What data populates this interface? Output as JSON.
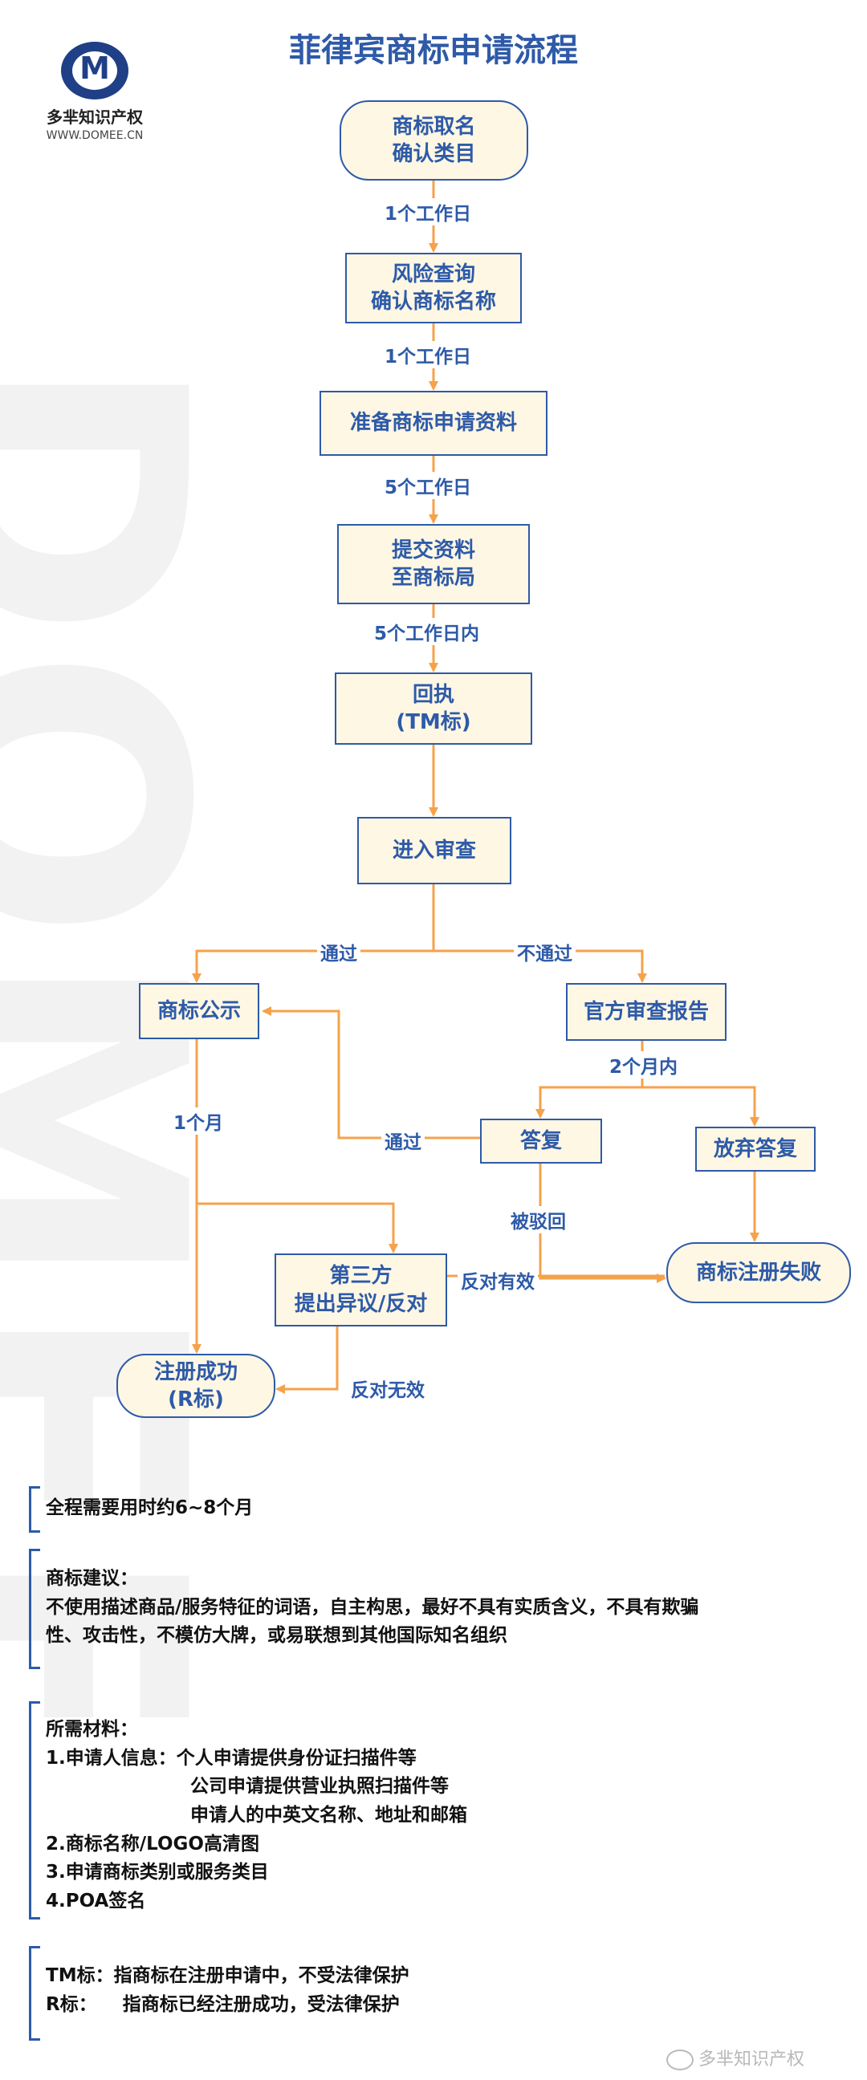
{
  "title": "菲律宾商标申请流程",
  "logo": {
    "mark": "M",
    "name": "多芈知识产权",
    "url": "WWW.DOMEE.CN"
  },
  "watermark": "DOMEE",
  "colors": {
    "primary": "#2e5aa8",
    "arrow": "#f5a24b",
    "node_fill": "#fdf7e4"
  },
  "nodes": {
    "naming": "商标取名\n确认类目",
    "risk_search": "风险查询\n确认商标名称",
    "prepare": "准备商标申请资料",
    "submit": "提交资料\n至商标局",
    "receipt": "回执\n(TM标)",
    "examination": "进入审查",
    "publication": "商标公示",
    "official_report": "官方审查报告",
    "reply": "答复",
    "give_up": "放弃答复",
    "opposition": "第三方\n提出异议/反对",
    "failure": "商标注册失败",
    "success": "注册成功\n(R标)"
  },
  "edge_labels": {
    "d1": "1个工作日",
    "d2": "1个工作日",
    "d3": "5个工作日",
    "d4": "5个工作日内",
    "pass": "通过",
    "fail": "不通过",
    "two_months": "2个月内",
    "one_month": "1个月",
    "reply_pass": "通过",
    "rejected": "被驳回",
    "opp_valid": "反对有效",
    "opp_invalid": "反对无效"
  },
  "info": {
    "duration": "全程需要用时约6~8个月",
    "advice_title": "商标建议：",
    "advice_line1": "不使用描述商品/服务特征的词语，自主构思，最好不具有实质含义，不具有欺骗",
    "advice_line2": "性、攻击性，不模仿大牌，或易联想到其他国际知名组织",
    "materials_title": "所需材料：",
    "m1_label": "1.申请人信息：",
    "m1_a": "个人申请提供身份证扫描件等",
    "m1_b": "公司申请提供营业执照扫描件等",
    "m1_c": "申请人的中英文名称、地址和邮箱",
    "m2": "2.商标名称/LOGO高清图",
    "m3": "3.申请商标类别或服务类目",
    "m4": "4.POA签名",
    "tm_line": "TM标：指商标在注册申请中，不受法律保护",
    "r_line": "R标：    指商标已经注册成功，受法律保护"
  },
  "footer": "多芈知识产权"
}
